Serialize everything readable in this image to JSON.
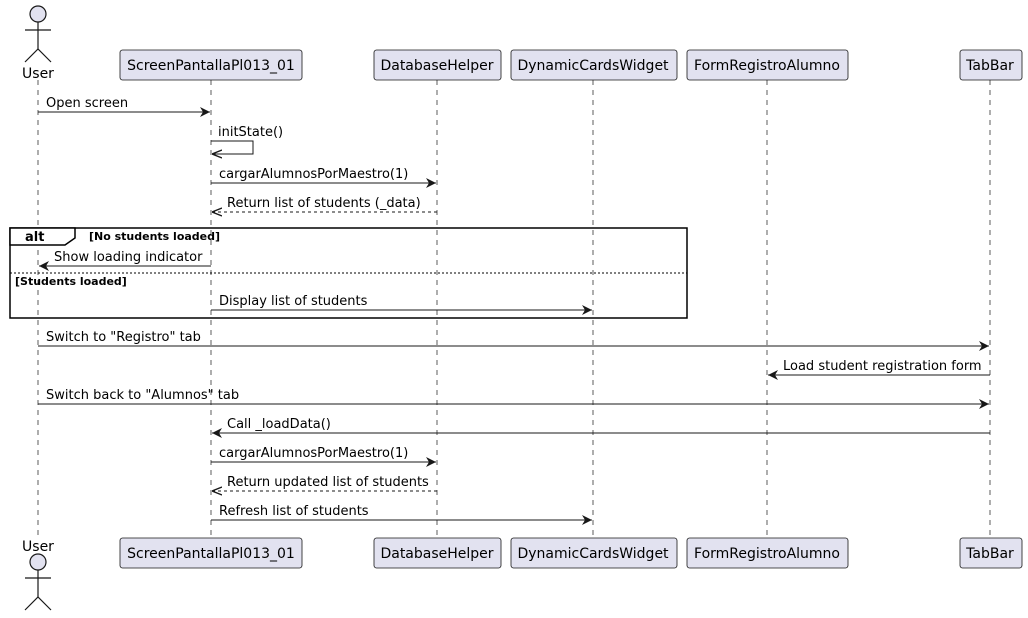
{
  "colors": {
    "participant_fill": "#e2e2f0",
    "participant_stroke": "#181818",
    "lifeline": "#181818",
    "arrow": "#181818",
    "background": "#ffffff"
  },
  "participants": [
    {
      "id": "user",
      "name": "User",
      "kind": "actor"
    },
    {
      "id": "screen",
      "name": "ScreenPantallaPl013_01",
      "kind": "box"
    },
    {
      "id": "db",
      "name": "DatabaseHelper",
      "kind": "box"
    },
    {
      "id": "cards",
      "name": "DynamicCardsWidget",
      "kind": "box"
    },
    {
      "id": "form",
      "name": "FormRegistroAlumno",
      "kind": "box"
    },
    {
      "id": "tabbar",
      "name": "TabBar",
      "kind": "box"
    }
  ],
  "messages": [
    {
      "from": "user",
      "to": "screen",
      "label": "Open screen",
      "style": "solid"
    },
    {
      "from": "screen",
      "to": "screen",
      "label": "initState()",
      "style": "self"
    },
    {
      "from": "screen",
      "to": "db",
      "label": "cargarAlumnosPorMaestro(1)",
      "style": "solid"
    },
    {
      "from": "db",
      "to": "screen",
      "label": "Return list of students (_data)",
      "style": "dashed"
    },
    {
      "from": "screen",
      "to": "user",
      "label": "Show loading indicator",
      "style": "solid"
    },
    {
      "from": "screen",
      "to": "cards",
      "label": "Display list of students",
      "style": "solid"
    },
    {
      "from": "user",
      "to": "tabbar",
      "label": "Switch to \"Registro\" tab",
      "style": "solid"
    },
    {
      "from": "tabbar",
      "to": "form",
      "label": "Load student registration form",
      "style": "solid"
    },
    {
      "from": "user",
      "to": "tabbar",
      "label": "Switch back to \"Alumnos\" tab",
      "style": "solid"
    },
    {
      "from": "tabbar",
      "to": "screen",
      "label": "Call _loadData()",
      "style": "solid"
    },
    {
      "from": "screen",
      "to": "db",
      "label": "cargarAlumnosPorMaestro(1)",
      "style": "solid"
    },
    {
      "from": "db",
      "to": "screen",
      "label": "Return updated list of students",
      "style": "dashed"
    },
    {
      "from": "screen",
      "to": "cards",
      "label": "Refresh list of students",
      "style": "solid"
    }
  ],
  "fragment": {
    "keyword": "alt",
    "guards": [
      "[No students loaded]",
      "[Students loaded]"
    ]
  }
}
